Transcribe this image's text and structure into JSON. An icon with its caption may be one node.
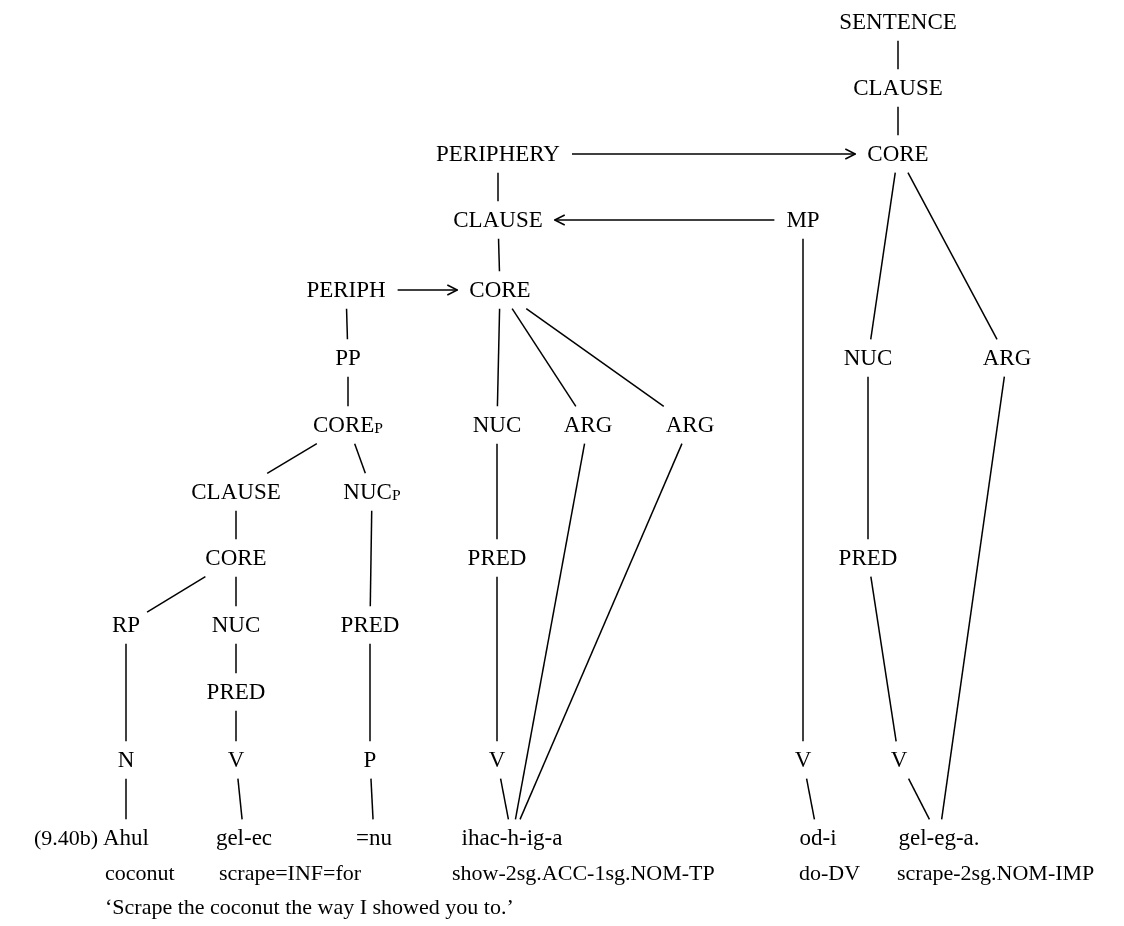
{
  "diagram": {
    "nodes": [
      {
        "text": [
          "SENTENCE"
        ]
      },
      {
        "text": [
          "CLAUSE"
        ]
      },
      {
        "text": [
          "CORE"
        ]
      },
      {
        "text": [
          "PERIPHERY"
        ]
      },
      {
        "text": [
          "CLAUSE"
        ]
      },
      {
        "text": [
          "MP"
        ]
      },
      {
        "text": [
          "PERIPH"
        ]
      },
      {
        "text": [
          "CORE"
        ]
      },
      {
        "text": [
          "PP"
        ]
      },
      {
        "text": [
          "CORE$_{P}$"
        ]
      },
      {
        "text": [
          "NUC"
        ]
      },
      {
        "text": [
          "ARG"
        ]
      },
      {
        "text": [
          "NUC"
        ]
      },
      {
        "text": [
          "ARG"
        ]
      },
      {
        "text": [
          "ARG"
        ]
      },
      {
        "text": [
          "CLAUSE"
        ]
      },
      {
        "text": [
          "NUC$_{P}$"
        ]
      },
      {
        "text": [
          "CORE"
        ]
      },
      {
        "text": [
          "PRED"
        ]
      },
      {
        "text": [
          "PRED"
        ]
      },
      {
        "text": [
          "RP"
        ]
      },
      {
        "text": [
          "NUC"
        ]
      },
      {
        "text": [
          "PRED"
        ]
      },
      {
        "text": [
          "PRED"
        ]
      },
      {
        "text": [
          "N"
        ]
      },
      {
        "text": [
          "V"
        ]
      },
      {
        "text": [
          "P"
        ]
      },
      {
        "text": [
          "V"
        ]
      },
      {
        "text": [
          "V"
        ]
      },
      {
        "text": [
          "V"
        ]
      },
      {
        "text": [
          "Ahul"
        ]
      },
      {
        "text": [
          "gel-ec"
        ]
      },
      {
        "text": [
          "=nu"
        ]
      },
      {
        "text": [
          "ihac-h-ig-a"
        ]
      },
      {
        "text": [
          "od-i"
        ]
      },
      {
        "text": [
          "gel-eg-a."
        ]
      }
    ],
    "edges": [
      {
        "from": 0,
        "to": 1,
        "arrow": "none"
      },
      {
        "from": 1,
        "to": 2,
        "arrow": "none"
      },
      {
        "from": 3,
        "to": 2,
        "arrow": "to"
      },
      {
        "from": 3,
        "to": 4,
        "arrow": "none"
      },
      {
        "from": 5,
        "to": 4,
        "arrow": "to"
      },
      {
        "from": 6,
        "to": 7,
        "arrow": "to"
      },
      {
        "from": 4,
        "to": 7,
        "arrow": "none"
      },
      {
        "from": 5,
        "to": 28,
        "arrow": "none"
      },
      {
        "from": 2,
        "to": 10,
        "arrow": "none"
      },
      {
        "from": 2,
        "to": 11,
        "arrow": "none"
      },
      {
        "from": 6,
        "to": 8,
        "arrow": "none"
      },
      {
        "from": 8,
        "to": 9,
        "arrow": "none"
      },
      {
        "from": 7,
        "to": 12,
        "arrow": "none"
      },
      {
        "from": 7,
        "to": 13,
        "arrow": "none"
      },
      {
        "from": 7,
        "to": 14,
        "arrow": "none"
      },
      {
        "from": 9,
        "to": 15,
        "arrow": "none"
      },
      {
        "from": 9,
        "to": 16,
        "arrow": "none"
      },
      {
        "from": 10,
        "to": 19,
        "arrow": "none"
      },
      {
        "from": 11,
        "to": 35,
        "arrow": "none"
      },
      {
        "from": 12,
        "to": 18,
        "arrow": "none"
      },
      {
        "from": 13,
        "to": 33,
        "arrow": "none"
      },
      {
        "from": 14,
        "to": 33,
        "arrow": "none"
      },
      {
        "from": 15,
        "to": 17,
        "arrow": "none"
      },
      {
        "from": 16,
        "to": 22,
        "arrow": "none"
      },
      {
        "from": 17,
        "to": 20,
        "arrow": "none"
      },
      {
        "from": 17,
        "to": 21,
        "arrow": "none"
      },
      {
        "from": 18,
        "to": 27,
        "arrow": "none"
      },
      {
        "from": 19,
        "to": 29,
        "arrow": "none"
      },
      {
        "from": 20,
        "to": 24,
        "arrow": "none"
      },
      {
        "from": 21,
        "to": 23,
        "arrow": "none"
      },
      {
        "from": 22,
        "to": 26,
        "arrow": "none"
      },
      {
        "from": 23,
        "to": 25,
        "arrow": "none"
      },
      {
        "from": 24,
        "to": 30,
        "arrow": "none"
      },
      {
        "from": 25,
        "to": 31,
        "arrow": "none"
      },
      {
        "from": 26,
        "to": 32,
        "arrow": "none"
      },
      {
        "from": 27,
        "to": 33,
        "arrow": "none"
      },
      {
        "from": 28,
        "to": 34,
        "arrow": "none"
      },
      {
        "from": 29,
        "to": 35,
        "arrow": "none"
      }
    ],
    "labels": [
      "(9.40b)",
      "coconut",
      "scrape=INF=for",
      "show-2sg.ACC-1sg.NOM-TP",
      "do-DV",
      "scrape-2sg.NOM-IMP"
    ],
    "caption": "‘Scrape the coconut the way I showed you to.’"
  }
}
